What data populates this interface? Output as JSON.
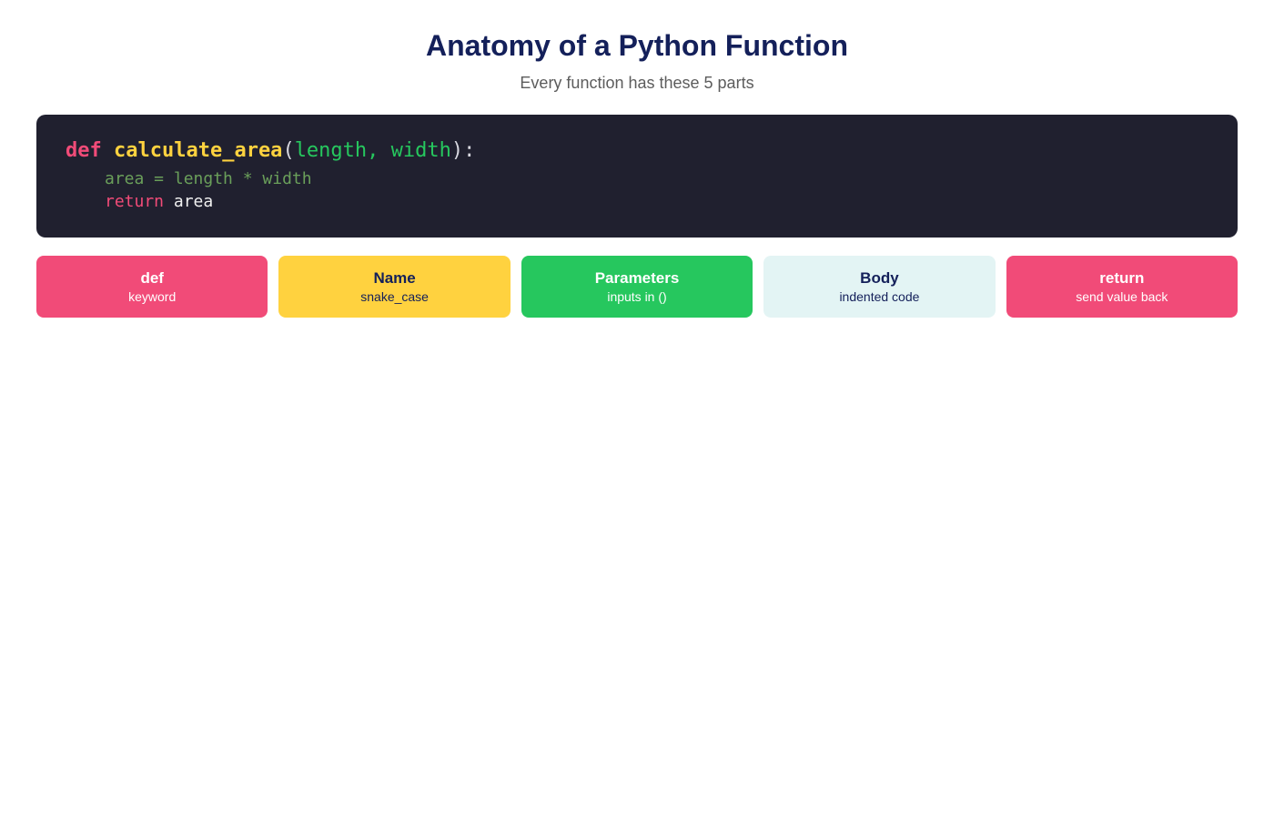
{
  "header": {
    "title": "Anatomy of a Python Function",
    "subtitle": "Every function has these 5 parts"
  },
  "code": {
    "line1": {
      "keyword": "def",
      "name": "calculate_area",
      "open_paren": "(",
      "params": "length, width",
      "close": "):"
    },
    "line2": "area = length * width",
    "line3": {
      "keyword": "return",
      "value": "area"
    }
  },
  "colors": {
    "title": "#14205a",
    "code_bg": "#20202f",
    "keyword_pink": "#f14b78",
    "name_yellow": "#ffd23f",
    "param_green": "#26c75e",
    "body_light": "#e3f4f4"
  },
  "cards": [
    {
      "title": "def",
      "desc": "keyword",
      "bg": "#f14b78",
      "title_color": "#ffffff",
      "desc_color": "#ffffff"
    },
    {
      "title": "Name",
      "desc": "snake_case",
      "bg": "#ffd23f",
      "title_color": "#14205a",
      "desc_color": "#14205a"
    },
    {
      "title": "Parameters",
      "desc": "inputs in ()",
      "bg": "#26c75e",
      "title_color": "#ffffff",
      "desc_color": "#ffffff"
    },
    {
      "title": "Body",
      "desc": "indented code",
      "bg": "#e3f4f4",
      "title_color": "#14205a",
      "desc_color": "#14205a"
    },
    {
      "title": "return",
      "desc": "send value back",
      "bg": "#f14b78",
      "title_color": "#ffffff",
      "desc_color": "#ffffff"
    }
  ]
}
